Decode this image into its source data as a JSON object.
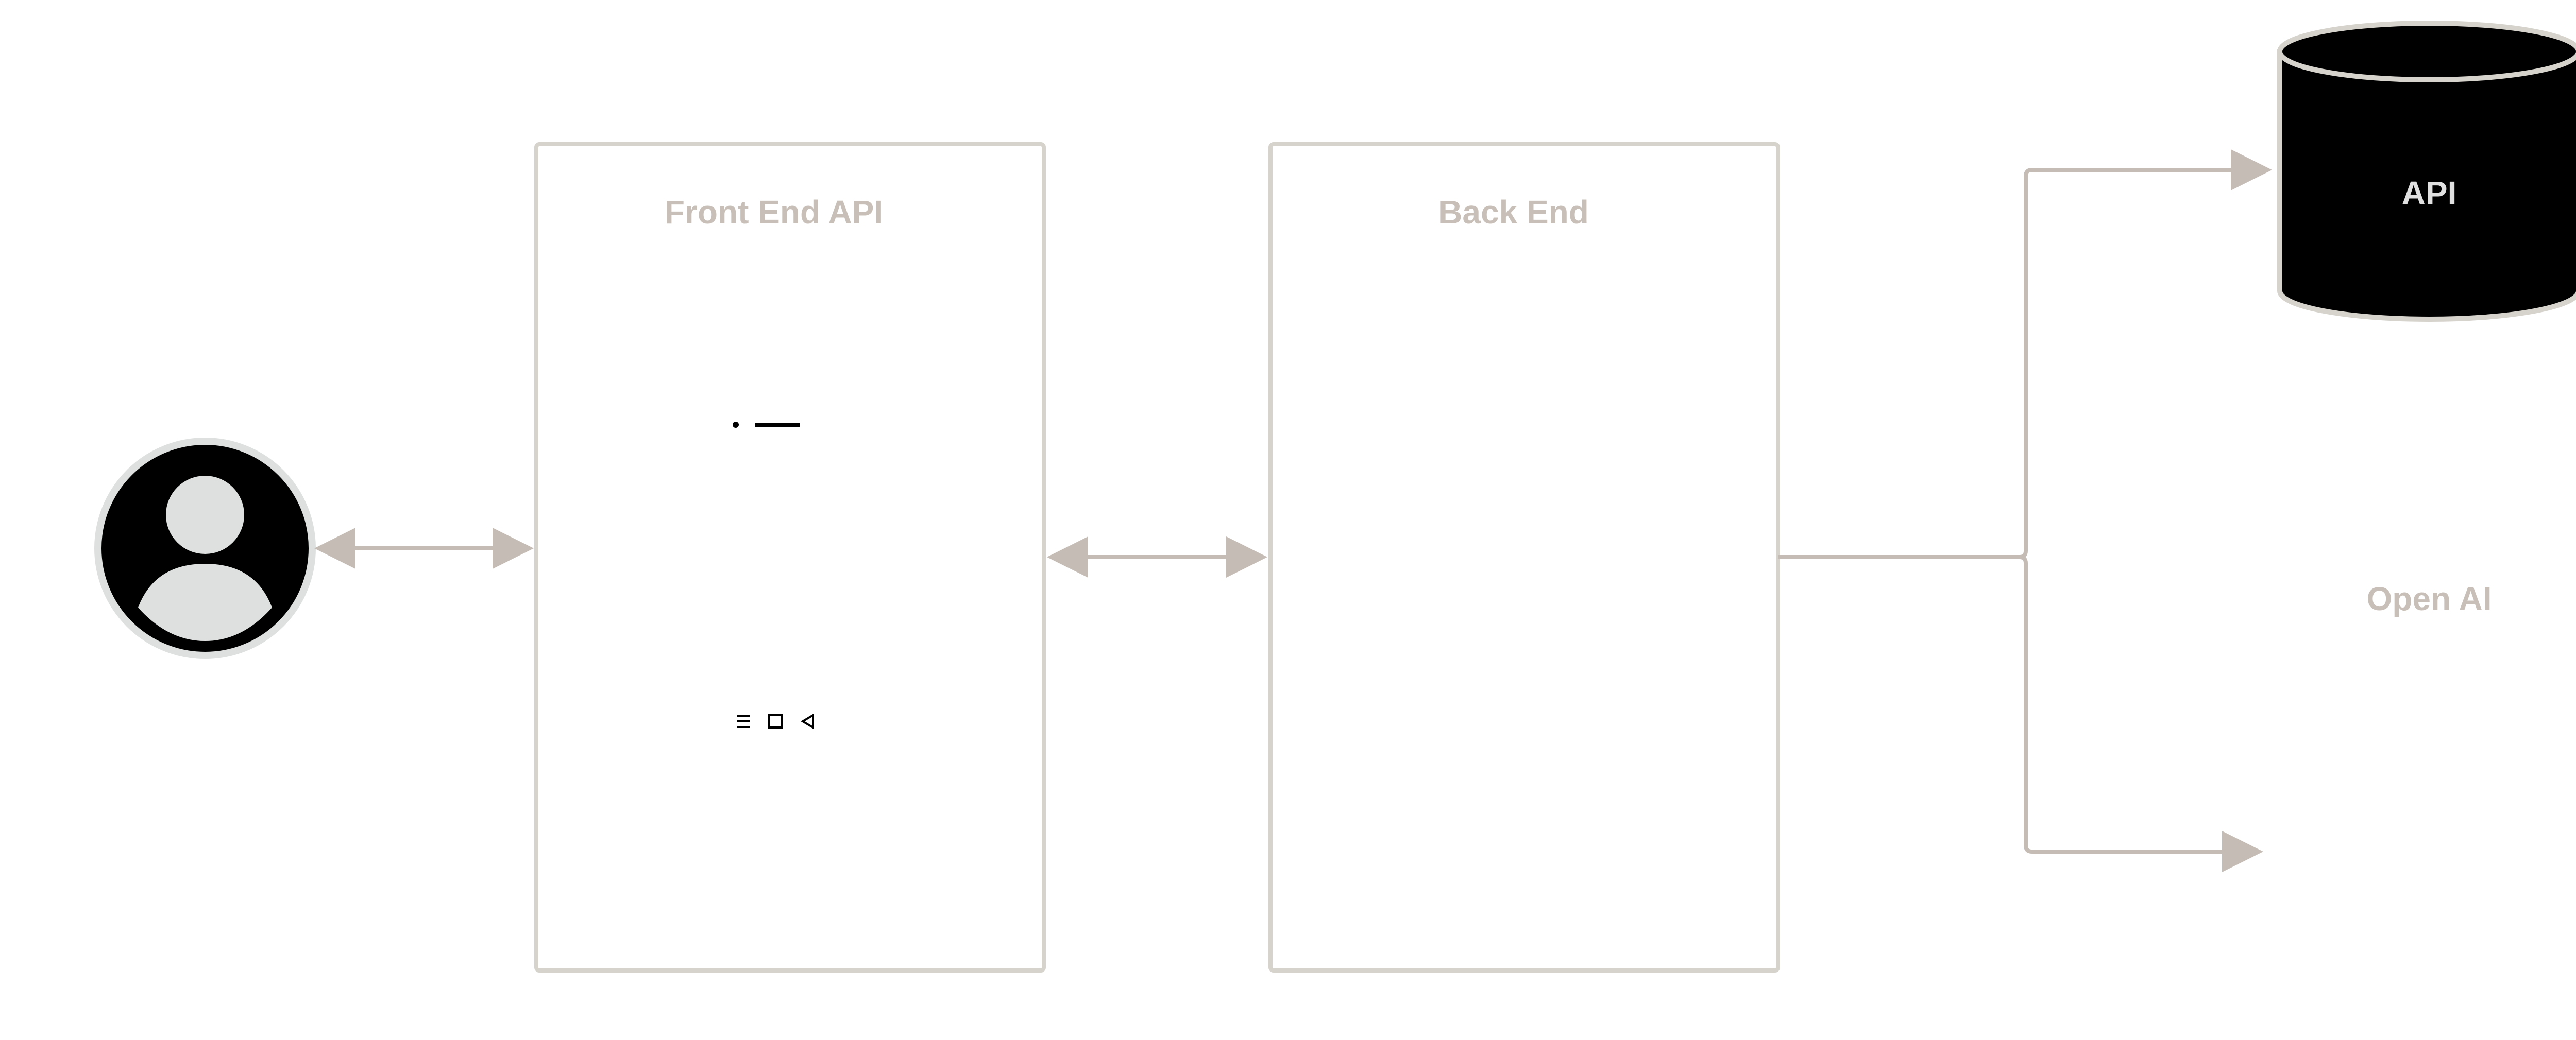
{
  "diagram": {
    "nodes": {
      "user": {
        "icon": "user-avatar-icon"
      },
      "front_end": {
        "label": "Front End API"
      },
      "back_end": {
        "label": "Back End"
      },
      "api_db": {
        "label": "API",
        "icon": "database-cylinder-icon"
      },
      "open_ai": {
        "label": "Open AI"
      }
    },
    "edges": [
      {
        "from": "user",
        "to": "front_end",
        "direction": "both"
      },
      {
        "from": "front_end",
        "to": "back_end",
        "direction": "both"
      },
      {
        "from": "back_end",
        "to": "api_db",
        "direction": "forward"
      },
      {
        "from": "back_end",
        "to": "open_ai",
        "direction": "forward"
      }
    ],
    "colors": {
      "stroke": "#d6d2cc",
      "connector": "#c5bcb6",
      "label": "#c8c0b8",
      "fill_dark": "#000000",
      "avatar_figure": "#dde0df",
      "db_label": "#e0e0e0"
    }
  }
}
